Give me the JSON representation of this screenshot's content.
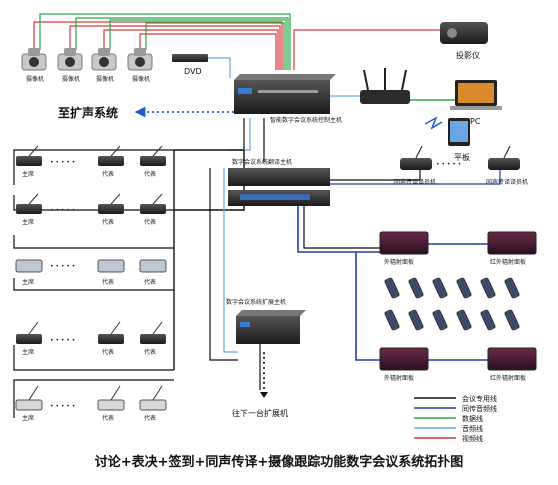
{
  "title": "讨论+表决+签到+同声传译+摄像跟踪功能数字会议系统拓扑图",
  "cameras": [
    "摄像机",
    "摄像机",
    "摄像机",
    "摄像机"
  ],
  "dvd": "DVD",
  "projector": "投影仪",
  "pc": "PC",
  "tablet": "平板",
  "control_host": "智能数字会议系统控制主机",
  "to_amp": "至扩声系统",
  "translation_host": "数字会议系统翻译主机",
  "expansion_host": "数字会议系统扩展主机",
  "next_expansion": "往下一台扩展机",
  "interpreter_unit": "同声传译译员机",
  "chairman": "主席",
  "delegate": "代表",
  "radiator": "外辐射面板",
  "ir_radiator": "红外辐射面板",
  "dots": "• • • • •",
  "legend": [
    {
      "label": "会议专用线",
      "color": "#111111"
    },
    {
      "label": "同传音频线",
      "color": "#1f3fa8"
    },
    {
      "label": "数据线",
      "color": "#2aa84a"
    },
    {
      "label": "音频线",
      "color": "#6aa6e6"
    },
    {
      "label": "视频线",
      "color": "#d43a3a"
    }
  ]
}
